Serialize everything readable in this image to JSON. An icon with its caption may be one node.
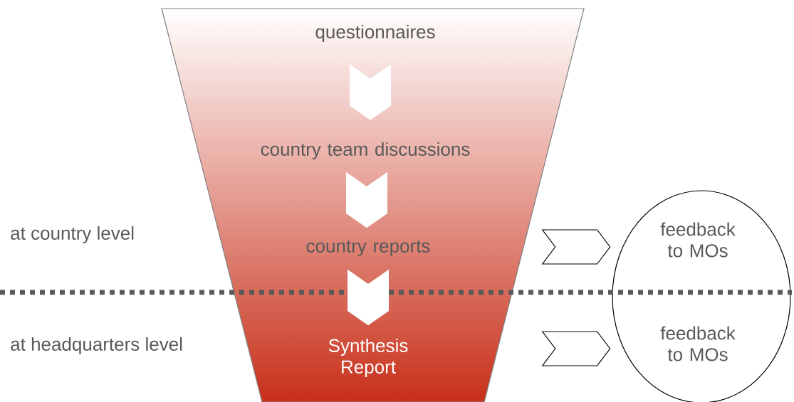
{
  "diagram": {
    "nodes": [
      {
        "text": [],
        "shape": "funnel"
      },
      {
        "text": [
          "questionnaires"
        ],
        "in": 0
      },
      {
        "text": [
          "country team discussions"
        ],
        "in": 0
      },
      {
        "text": [
          "country reports"
        ],
        "in": 0
      },
      {
        "text": [
          "Synthesis Report"
        ],
        "in": 0
      },
      {
        "text": [],
        "shape": "ellipse"
      },
      {
        "text": [
          "feedback to MOs"
        ],
        "in": 5
      },
      {
        "text": [
          "feedback to MOs"
        ],
        "in": 5
      }
    ],
    "edges": [
      {
        "from": 1,
        "to": 2,
        "arrow": "to"
      },
      {
        "from": 2,
        "to": 3,
        "arrow": "to"
      },
      {
        "from": 3,
        "to": 4,
        "arrow": "to"
      },
      {
        "from": null,
        "to": 5,
        "arrow": "to"
      },
      {
        "from": null,
        "to": 5,
        "arrow": "to"
      }
    ],
    "labels": [
      "at country level",
      "at headquarters level"
    ]
  }
}
